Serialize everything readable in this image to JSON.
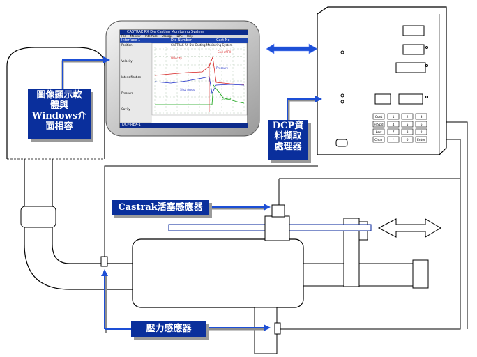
{
  "monitor": {
    "title": "CASTRAK RX Die Casting Monitoring System",
    "menu": [
      "File",
      "Monitor",
      "Interface",
      "Storage",
      "DPC",
      "Help"
    ],
    "tab_left": "Interface 1",
    "tab_mid": "Die Number",
    "tab_right": "Cast No",
    "left_panel": [
      "Position",
      "Velocity",
      "Intensification",
      "Pressure",
      "Cavity"
    ],
    "chart_caption": "CASTRAK RX Die Casting Monitoring System",
    "trace_labels": {
      "velocity": "Velocity",
      "pressure": "Pressure",
      "end": "End of Fill",
      "shot": "Shot press",
      "biscuit": "Biscuit"
    },
    "status": "DCP-REX-1"
  },
  "labels": {
    "gui_line1": "圖像顯示軟",
    "gui_line2": "體與",
    "gui_line3": "Windows介",
    "gui_line4": "面相容",
    "dcp_line1": "DCP資",
    "dcp_line2": "料擷取",
    "dcp_line3": "處理器",
    "castrak": "Castrak活塞感應器",
    "pressure": "壓力感應器"
  },
  "keypad": {
    "left_keys": [
      "Cont",
      "HiSpd",
      "Low",
      "Clear"
    ],
    "grid": [
      "1",
      "2",
      "3",
      "4",
      "5",
      "6",
      "7",
      "8",
      "9",
      "*",
      "0",
      "Enter"
    ]
  },
  "colors": {
    "label_bg": "#0a2f9c",
    "arrow_blue": "#1d4fd6",
    "arrow_gray": "#8c8c8c",
    "chart_red": "#d62020",
    "chart_blue": "#2030c8",
    "chart_green": "#10a010"
  }
}
